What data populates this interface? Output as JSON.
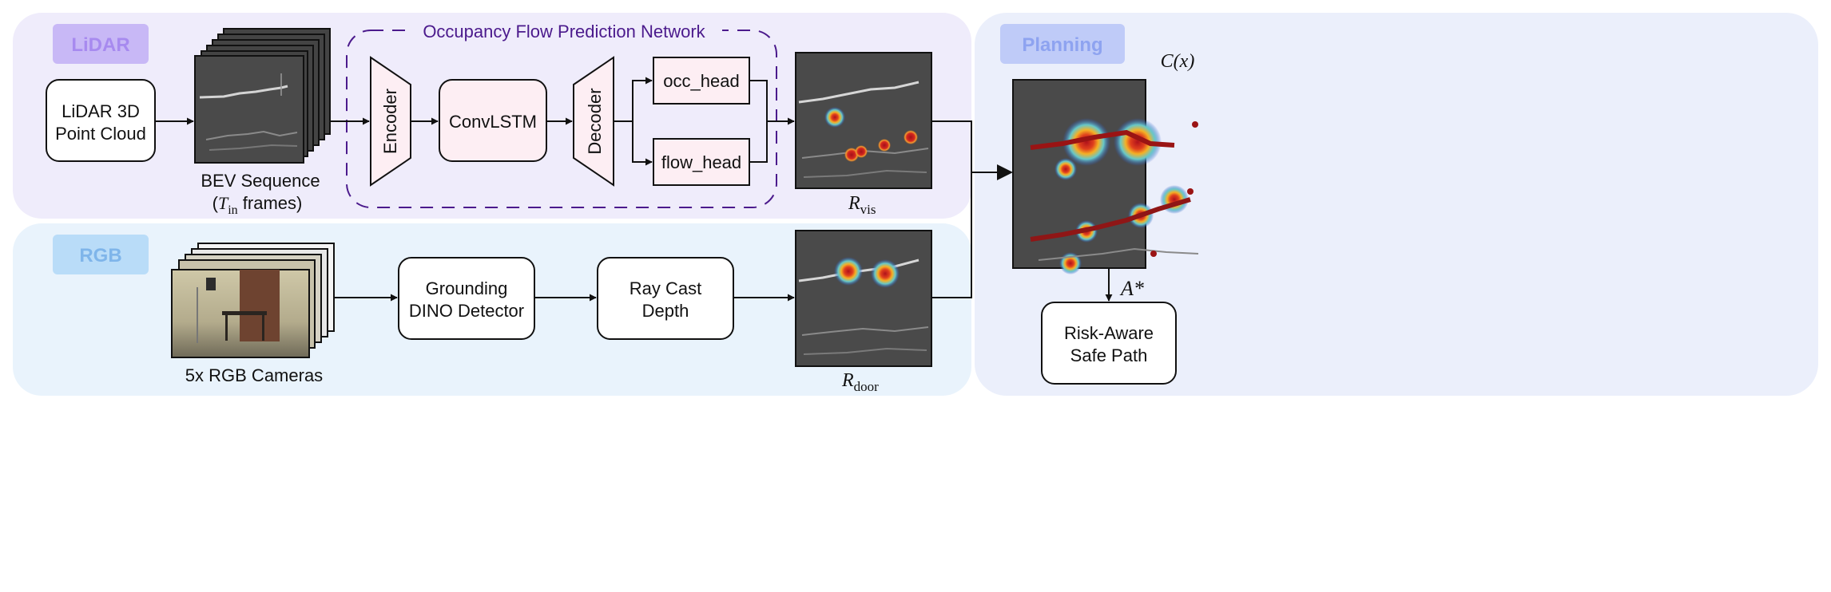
{
  "sections": {
    "lidar": {
      "label": "LiDAR",
      "color": "#b39cf2"
    },
    "rgb": {
      "label": "RGB",
      "color": "#9ec9f2"
    },
    "planning": {
      "label": "Planning",
      "color": "#9fb1f5"
    }
  },
  "colors": {
    "lidar_panel": "#efecfb",
    "rgb_panel": "#e9f3fc",
    "planning_panel": "#ebeffb",
    "network_border": "#4b1a8c",
    "module_fill": "#fdeef3",
    "bev_background": "#4a4a4a",
    "arrow": "#111111"
  },
  "lidar_input": {
    "line1": "LiDAR 3D",
    "line2": "Point Cloud"
  },
  "bev_sequence": {
    "line1": "BEV Sequence",
    "line2_open": "(",
    "line2_T": "T",
    "line2_sub": "in",
    "line2_close": " frames)"
  },
  "network": {
    "title": "Occupancy Flow Prediction Network",
    "encoder": "Encoder",
    "convlstm": "ConvLSTM",
    "decoder": "Decoder",
    "occ_head": "occ_head",
    "flow_head": "flow_head"
  },
  "r_vis": {
    "main": "R",
    "sub": "vis"
  },
  "rgb_cameras": {
    "label": "5x RGB Cameras"
  },
  "detector": {
    "line1": "Grounding",
    "line2": "DINO Detector"
  },
  "raycast": {
    "line1": "Ray Cast",
    "line2": "Depth"
  },
  "r_door": {
    "main": "R",
    "sub": "door"
  },
  "cost_map": {
    "label": "C(x)"
  },
  "astar": {
    "label": "A*",
    "color": "#8fa6f0"
  },
  "output": {
    "line1": "Risk-Aware",
    "line2": "Safe Path"
  }
}
